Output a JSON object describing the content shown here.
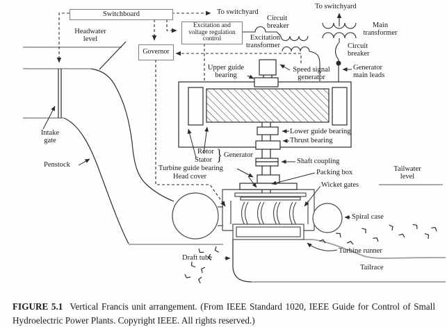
{
  "diagram": {
    "boxes": {
      "switchboard": "Switchboard",
      "governor": "Governor",
      "excitation_control": "Excitation and\nvoltage regulation\ncontrol"
    },
    "labels": {
      "to_switchyard_left": "To switchyard",
      "to_switchyard_right": "To switchyard",
      "circuit_breaker_left": "Circuit\nbreaker",
      "circuit_breaker_right": "Circuit\nbreaker",
      "main_transformer": "Main\ntransformer",
      "excitation_transformer": "Excitation\ntransformer",
      "headwater_level": "Headwater\nlevel",
      "upper_guide_bearing": "Upper guide\nbearing",
      "speed_signal_generator": "Speed signal\ngenerator",
      "generator_main_leads": "Generator\nmain leads",
      "intake_gate": "Intake\ngate",
      "lower_guide_bearing": "Lower guide bearing",
      "thrust_bearing": "Thrust bearing",
      "rotor": "Rotor",
      "stator": "Stator",
      "rotor_stator_brace": "}",
      "generator": "Generator",
      "shaft_coupling": "Shaft coupling",
      "penstock": "Penstock",
      "turbine_guide_bearing": "Turbine guide bearing",
      "head_cover": "Head cover",
      "packing_box": "Packing box",
      "wicket_gates": "Wicket gates",
      "tailwater_level": "Tailwater\nlevel",
      "spiral_case": "Spiral case",
      "turbine_runner": "Turbine runner",
      "draft_tube": "Draft tube",
      "tailrace": "Tailrace"
    },
    "caption": {
      "figure_label": "FIGURE 5.1",
      "text": "Vertical Francis unit arrangement. (From IEEE Standard 1020, IEEE Guide for Control of Small Hydroelectric Power Plants. Copyright IEEE. All rights reserved.)"
    },
    "colors": {
      "line": "#2b2b2b",
      "water_line": "#9e9e9e",
      "box_border": "#7e7e7e",
      "text": "#1a1a1a"
    }
  }
}
